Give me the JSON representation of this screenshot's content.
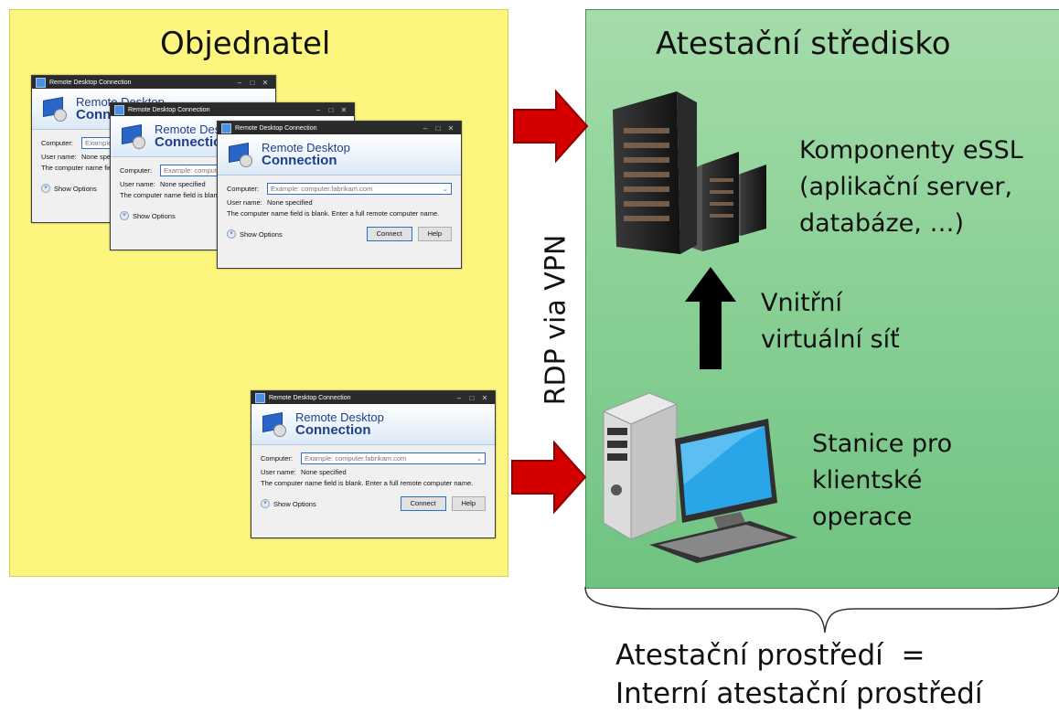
{
  "left": {
    "title": "Objednatel"
  },
  "right": {
    "title": "Atestační středisko"
  },
  "rotated_label": "RDP via VPN",
  "server_label_lines": [
    "Komponenty eSSL",
    "(aplikační server,",
    "databáze, …)"
  ],
  "network_label_lines": [
    "Vnitřní",
    "virtuální síť"
  ],
  "station_label_lines": [
    "Stanice pro",
    "klientské",
    "operace"
  ],
  "bottom_lines": [
    "Atestační prostředí  =",
    "Interní atestační prostředí"
  ],
  "rdc": {
    "title": "Remote Desktop Connection",
    "header_line1": "Remote Desktop",
    "header_line2": "Connection",
    "computer_label": "Computer:",
    "computer_placeholder": "Example: computer.fabrikam.com",
    "user_label": "User name:",
    "user_value": "None specified",
    "note": "The computer name field is blank. Enter a full remote computer name.",
    "show_options": "Show Options",
    "connect": "Connect",
    "help": "Help"
  },
  "colors": {
    "left_panel": "#fdf67e",
    "right_panel": "#7fc98f",
    "red_arrow": "#d40000",
    "black_arrow": "#000000"
  }
}
